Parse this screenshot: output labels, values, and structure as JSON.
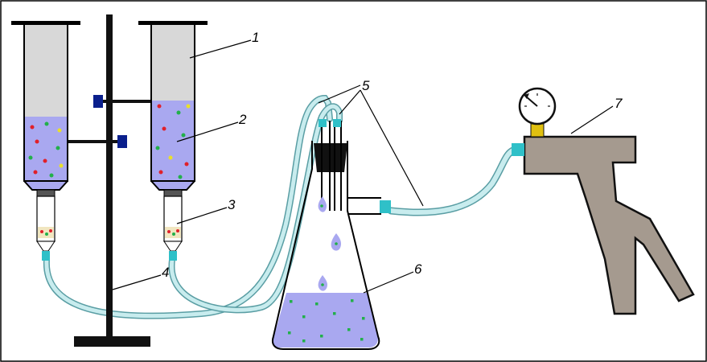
{
  "labels": {
    "l1": "1",
    "l2": "2",
    "l3": "3",
    "l4": "4",
    "l5": "5",
    "l6": "6",
    "l7": "7"
  },
  "colors": {
    "liquid": "#a9a8f0",
    "tube": "#c8ecee",
    "tube_edge": "#5a9ea4",
    "connector": "#2fc0c8",
    "gun": "#a59a8f",
    "stand": "#111111",
    "clamp_knob": "#0a1f8c",
    "particle_red": "#e0202a",
    "particle_green": "#22b04a",
    "particle_yellow": "#e9e02a",
    "gauge_neck": "#e0c010",
    "syringe_empty": "#d8d8d8"
  }
}
